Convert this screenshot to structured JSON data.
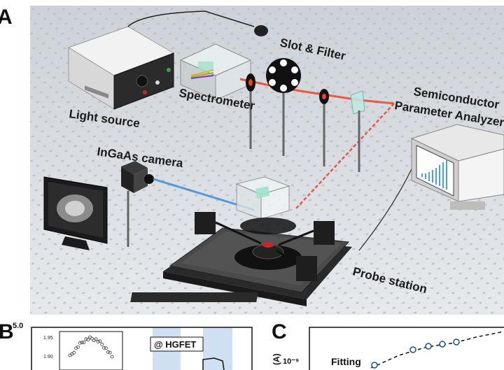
{
  "panels": {
    "a": "A",
    "b": "B",
    "c": "C"
  },
  "labels": {
    "light_source": "Light source",
    "spectrometer": "Spectrometer",
    "slot_filter": "Slot & Filter",
    "analyzer_line1": "Semiconductor",
    "analyzer_line2": "Parameter Analyzer",
    "camera": "InGaAs camera",
    "probe_station": "Probe station"
  },
  "panel_b": {
    "y_tick_main": "5.0",
    "inset_ticks": [
      "1.95",
      "1.90"
    ],
    "tag": "@ HGFET"
  },
  "panel_c": {
    "y_label": "(A)",
    "y_tick": "10⁻⁹",
    "legend": "Fitting"
  },
  "colors": {
    "laser": "#e8442a",
    "camera_beam": "#3b8fd9",
    "table": "#d9dde2",
    "dark_metal": "#2a2a2a"
  }
}
